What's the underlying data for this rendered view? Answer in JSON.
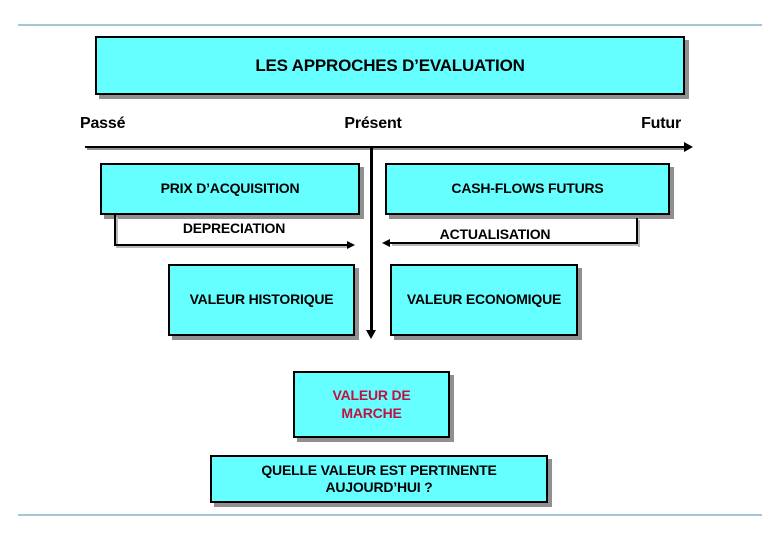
{
  "slide": {
    "title": "LES APPROCHES D’EVALUATION",
    "timeline": {
      "past": "Passé",
      "present": "Présent",
      "future": "Futur"
    },
    "past_branch": {
      "source_box": "PRIX D’ACQUISITION",
      "process": "DEPRECIATION",
      "result_box": "VALEUR HISTORIQUE"
    },
    "future_branch": {
      "source_box": "CASH-FLOWS FUTURS",
      "process": "ACTUALISATION",
      "result_box": "VALEUR ECONOMIQUE"
    },
    "present_outcome": {
      "market_value_line1": "VALEUR DE",
      "market_value_line2": "MARCHE",
      "question_line1": "QUELLE VALEUR EST PERTINENTE",
      "question_line2": "AUJOURD’HUI ?"
    },
    "colors": {
      "box_fill": "#66FFFF",
      "box_border": "#000000",
      "box_shadow": "#909090",
      "accent_text": "#C01240",
      "rule_line": "#A3C7D6",
      "text": "#000000"
    }
  }
}
